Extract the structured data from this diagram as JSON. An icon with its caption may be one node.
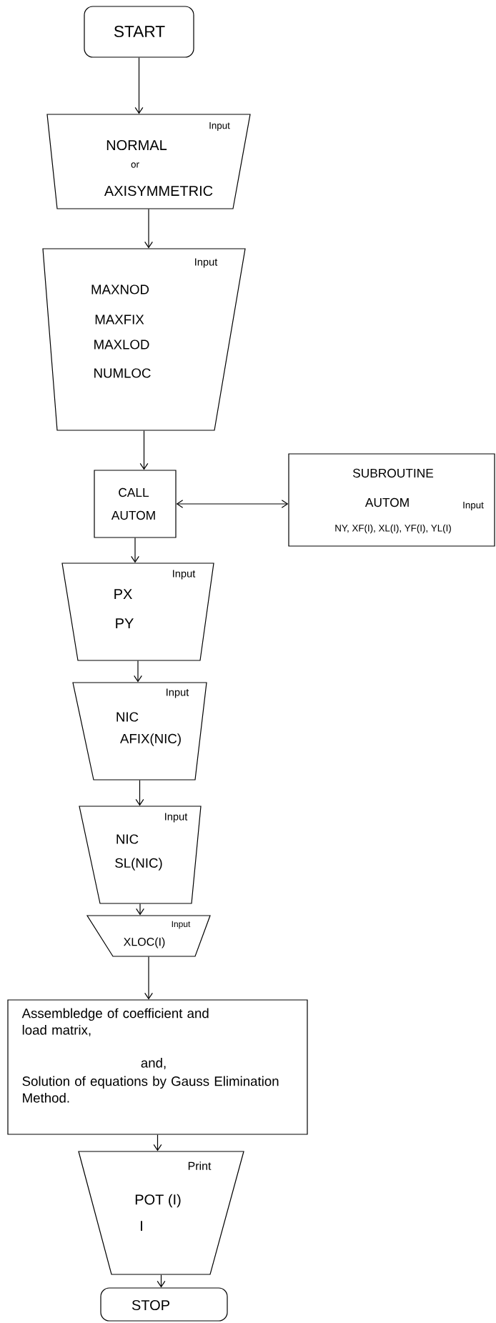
{
  "diagram": {
    "nodes": [
      {
        "text": [
          "START"
        ]
      },
      {
        "text": [
          "Input",
          "NORMAL",
          "or",
          "AXISYMMETRIC"
        ]
      },
      {
        "text": [
          "Input",
          "MAXNOD",
          "MAXFIX",
          "MAXLOD",
          "NUMLOC"
        ]
      },
      {
        "text": [
          "CALL",
          "AUTOM"
        ]
      },
      {
        "text": [
          "SUBROUTINE",
          "AUTOM",
          "Input",
          "NY, XF(I), XL(I), YF(I), YL(I)"
        ]
      },
      {
        "text": [
          "Input",
          "PX",
          "PY"
        ]
      },
      {
        "text": [
          "Input",
          "NIC",
          "AFIX(NIC)"
        ]
      },
      {
        "text": [
          "Input",
          "NIC",
          "SL(NIC)"
        ]
      },
      {
        "text": [
          "Input",
          "XLOC(I)"
        ]
      },
      {
        "text": [
          "Assembledge of coefficient and load matrix,",
          "and,",
          "Solution of equations by Gauss Elimination Method."
        ]
      },
      {
        "text": [
          "Print",
          "POT (I)",
          "I"
        ]
      },
      {
        "text": [
          "STOP"
        ]
      }
    ],
    "edges": [
      {
        "from": 0,
        "to": 1,
        "arrow": "to"
      },
      {
        "from": 1,
        "to": 2,
        "arrow": "to"
      },
      {
        "from": 2,
        "to": 3,
        "arrow": "to"
      },
      {
        "from": 3,
        "to": 4,
        "arrow": "both"
      },
      {
        "from": 3,
        "to": 5,
        "arrow": "to"
      },
      {
        "from": 5,
        "to": 6,
        "arrow": "to"
      },
      {
        "from": 6,
        "to": 7,
        "arrow": "to"
      },
      {
        "from": 7,
        "to": 8,
        "arrow": "to"
      },
      {
        "from": 8,
        "to": 9,
        "arrow": "to"
      },
      {
        "from": 9,
        "to": 10,
        "arrow": "to"
      },
      {
        "from": 10,
        "to": 11,
        "arrow": "to"
      }
    ]
  }
}
